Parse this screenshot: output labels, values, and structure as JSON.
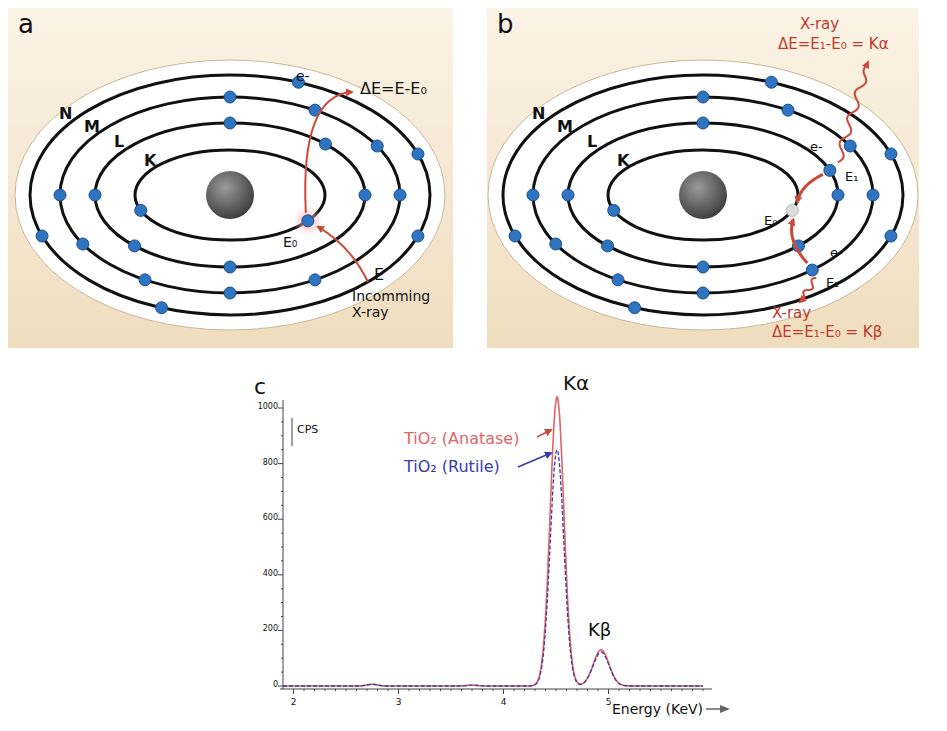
{
  "diagram": {
    "labels": [
      "a",
      "N",
      "M",
      "L",
      "K",
      "e-",
      "ΔE=E-E₀",
      "E₀",
      "E",
      "Incomming X-ray",
      "b",
      "N",
      "M",
      "L",
      "K",
      "X-ray",
      "ΔE=E₁-E₀ = Kα",
      "e-",
      "E₁",
      "E₀",
      "e-",
      "E₂",
      "X-ray",
      "ΔE=E₁-E₀ = Kβ",
      "c",
      "Kα",
      "TiO₂ (Anatase)",
      "TiO₂ (Rutile)",
      "CPS",
      "Kβ",
      "1000",
      "800",
      "600",
      "400",
      "200",
      "0",
      "2",
      "3",
      "4",
      "5",
      "Energy (KeV)"
    ]
  }
}
